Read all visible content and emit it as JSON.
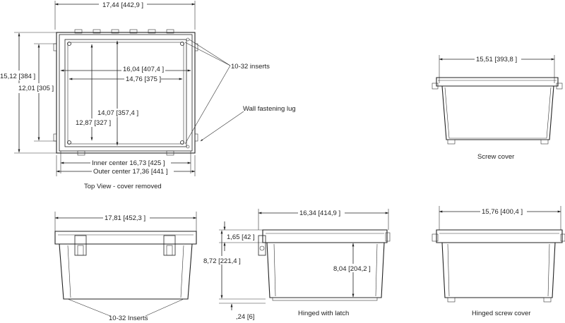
{
  "top_view": {
    "caption": "Top View - cover removed",
    "width_outer": "17,44 [442,9 ]",
    "height_outer": "15,12 [384 ]",
    "height_inner_left": "12,01 [305 ]",
    "width_inner": "16,04 [407,4 ]",
    "width_insert": "14,76 [375 ]",
    "height_inner": "14,07 [357,4 ]",
    "height_insert": "12,87 [327 ]",
    "inner_center": "Inner center   16,73 [425 ]",
    "outer_center": "Outer center   17,36 [441 ]",
    "callout_inserts": "10-32 inserts",
    "callout_lug": "Wall fastening lug"
  },
  "screw_cover": {
    "caption": "Screw cover",
    "width": "15,51 [393,8 ]"
  },
  "front_view": {
    "width": "17,81 [452,3 ]",
    "callout_inserts": "10-32 Inserts"
  },
  "hinged_latch": {
    "caption": "Hinged with latch",
    "width": "16,34 [414,9 ]",
    "cover_height": "1,65 [42 ]",
    "total_height": "8,72 [221,4 ]",
    "body_height": "8,04 [204,2 ]",
    "base_offset": ",24 [6]"
  },
  "hinged_screw": {
    "caption": "Hinged screw cover",
    "width": "15,76 [400,4 ]"
  }
}
